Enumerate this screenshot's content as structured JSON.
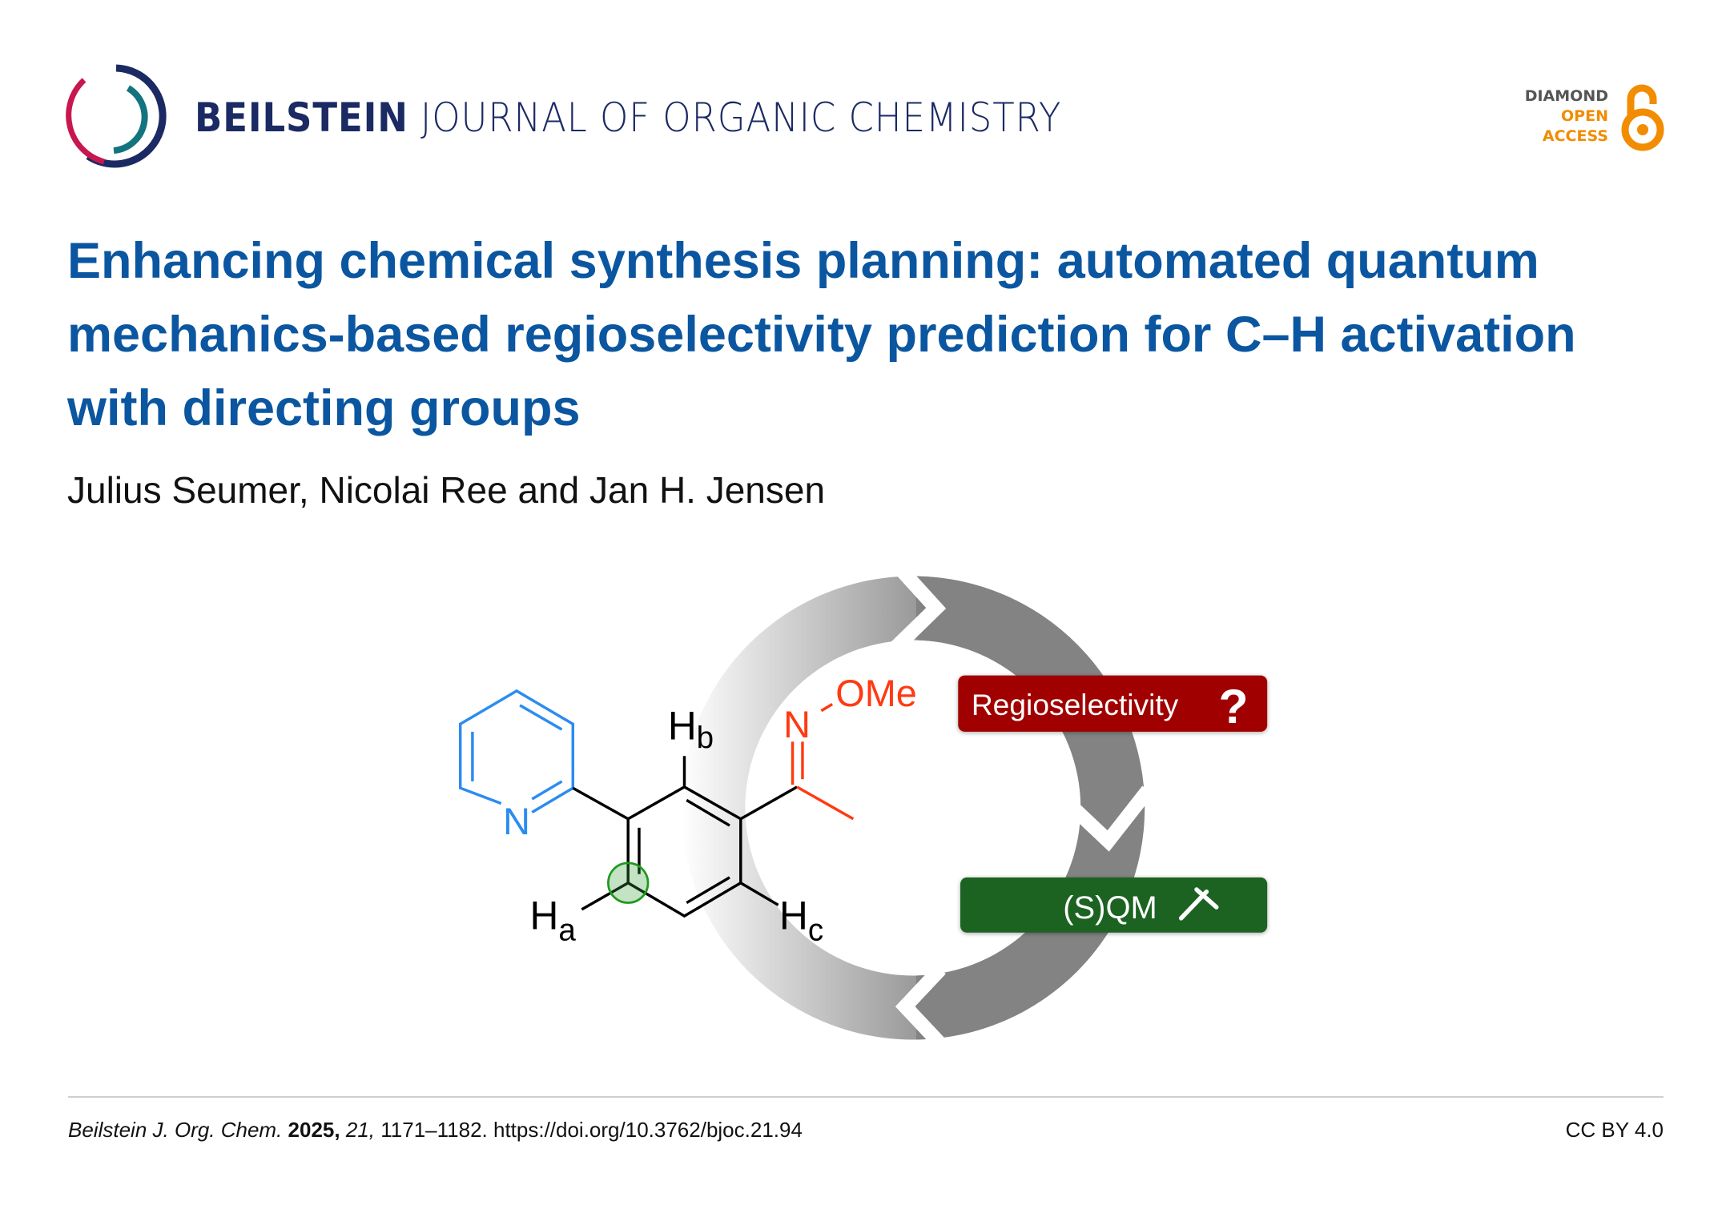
{
  "header": {
    "journal_bold": "BEILSTEIN",
    "journal_rest": "JOURNAL OF ORGANIC CHEMISTRY",
    "oa_badge": [
      "DIAMOND",
      "OPEN",
      "ACCESS"
    ]
  },
  "article": {
    "title": "Enhancing chemical synthesis planning: automated quantum mechanics-based regioselectivity prediction for C–H activation with directing groups",
    "authors": "Julius Seumer, Nicolai Ree and Jan H. Jensen"
  },
  "figure": {
    "atom_n_pyridine": "N",
    "atom_n_oxime": "N",
    "group_ome": "OMe",
    "h_a": "H",
    "h_a_sub": "a",
    "h_b": "H",
    "h_b_sub": "b",
    "h_c": "H",
    "h_c_sub": "c",
    "regio_label": "Regioselectivity",
    "regio_mark": "?",
    "sqm_label": "(S)QM",
    "colors": {
      "pyridine": "#2b8cf0",
      "oxime": "#ff3a12",
      "regio_box": "#a00000",
      "sqm_box": "#1b6424",
      "highlight": "#1f9a1f"
    }
  },
  "footer": {
    "journal_abbrev": "Beilstein J. Org. Chem.",
    "year": "2025,",
    "volume": "21,",
    "pages_doi": "1171–1182. https://doi.org/10.3762/bjoc.21.94",
    "license": "CC BY 4.0"
  }
}
